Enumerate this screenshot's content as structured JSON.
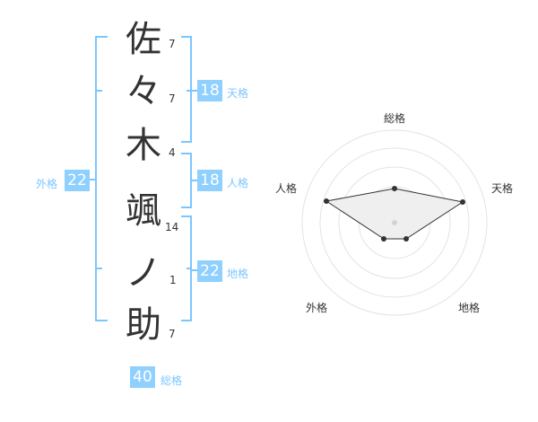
{
  "characters": [
    {
      "char": "佐",
      "strokes": "7"
    },
    {
      "char": "々",
      "strokes": "7"
    },
    {
      "char": "木",
      "strokes": "4"
    },
    {
      "char": "颯",
      "strokes": "14"
    },
    {
      "char": "ノ",
      "strokes": "1"
    },
    {
      "char": "助",
      "strokes": "7"
    }
  ],
  "kaku": {
    "tenkaku": {
      "value": "18",
      "label": "天格"
    },
    "jinkaku": {
      "value": "18",
      "label": "人格"
    },
    "chikaku": {
      "value": "22",
      "label": "地格"
    },
    "gaikaku": {
      "value": "22",
      "label": "外格"
    },
    "soukaku": {
      "value": "40",
      "label": "総格"
    }
  },
  "radar": {
    "labels": {
      "top": "総格",
      "right": "天格",
      "bottom_right": "地格",
      "bottom_left": "外格",
      "left": "人格"
    }
  },
  "colors": {
    "accent": "#7cc6ff",
    "badge": "#8fd0ff"
  }
}
